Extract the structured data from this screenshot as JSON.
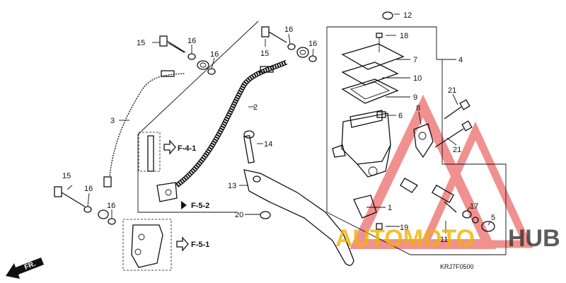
{
  "diagram": {
    "callouts": [
      "1",
      "2",
      "3",
      "4",
      "5",
      "6",
      "7",
      "8",
      "9",
      "10",
      "11",
      "12",
      "13",
      "14",
      "15",
      "16",
      "17",
      "18",
      "19",
      "20",
      "21"
    ],
    "references": {
      "f41": "F-4-1",
      "f52": "F-5-2",
      "f51": "F-5-1"
    },
    "diagram_code": "KRJ7F0500",
    "direction_marker": "FR."
  },
  "watermark": {
    "part_a": "AUTOMOTO",
    "part_b": "HUB",
    "color_a": "#f0b400",
    "color_b": "#333333",
    "triangle_color": "#e53935"
  }
}
